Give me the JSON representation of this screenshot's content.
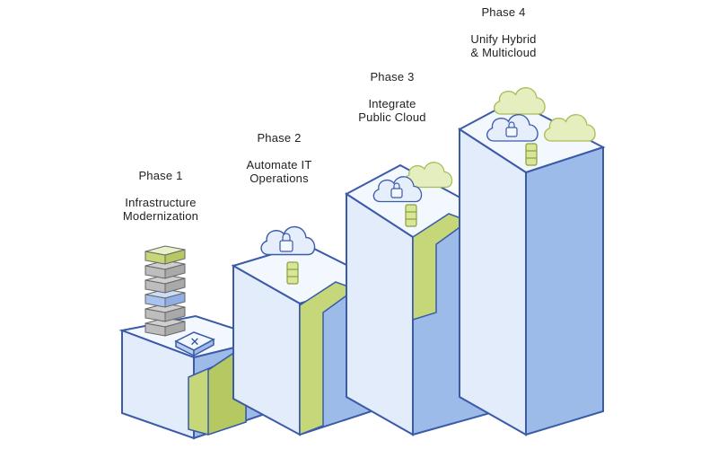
{
  "phases": [
    {
      "title": "Phase 1",
      "description": "Infrastructure\nModernization"
    },
    {
      "title": "Phase 2",
      "description": "Automate IT\nOperations"
    },
    {
      "title": "Phase 3",
      "description": "Integrate\nPublic Cloud"
    },
    {
      "title": "Phase 4",
      "description": "Unify Hybrid\n& Multicloud"
    }
  ],
  "colors": {
    "outline": "#3b5ba9",
    "face_light": "#e3ecfb",
    "face_side": "#9dbbe8",
    "top": "#f3f7fe",
    "accent_green": "#c6d77a",
    "accent_green_light": "#e4eebf",
    "server_gray": "#c8c8c8",
    "server_blue": "#a9c3ef"
  },
  "icons": [
    "server-stack-icon",
    "x-switch-icon",
    "locked-cloud-icon",
    "database-icon",
    "cloud-icon"
  ]
}
